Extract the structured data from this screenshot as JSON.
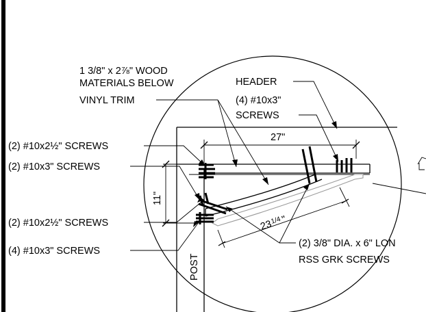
{
  "labels": {
    "wood_line1": "1 3/8\" x 2⅞\" WOOD",
    "wood_line2": "MATERIALS BELOW",
    "wood_line3": "VINYL TRIM",
    "header": "HEADER",
    "header_screws_line1": "(4) #10x3\"",
    "header_screws_line2": "SCREWS",
    "screws_2_10x2_5_top": "(2) #10x2½\" SCREWS",
    "screws_2_10x3": "(2) #10x3\" SCREWS",
    "screws_2_10x2_5_bottom": "(2) #10x2½\" SCREWS",
    "screws_4_10x3": "(4) #10x3\" SCREWS",
    "grk_line1": "(2) 3/8\" DIA. x 6\" LON",
    "grk_line2": "RSS GRK SCREWS",
    "post": "POST"
  },
  "dimensions": {
    "width": "27\"",
    "height": "11\"",
    "brace_whole": "23",
    "brace_fraction": "1/4",
    "brace_inch_mark": "\""
  }
}
